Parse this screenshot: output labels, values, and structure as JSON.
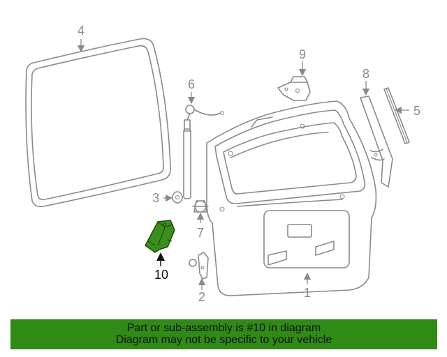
{
  "callouts": {
    "c1": "1",
    "c2": "2",
    "c3": "3",
    "c4": "4",
    "c5": "5",
    "c6": "6",
    "c7": "7",
    "c8": "8",
    "c9": "9",
    "c10": "10"
  },
  "highlight": {
    "part": "10",
    "color": "#3a8f1c"
  },
  "banner": {
    "line1": "Part or sub-assembly is #10 in diagram",
    "line2": "Diagram may not be specific to your vehicle",
    "background": "#2f8a16"
  }
}
